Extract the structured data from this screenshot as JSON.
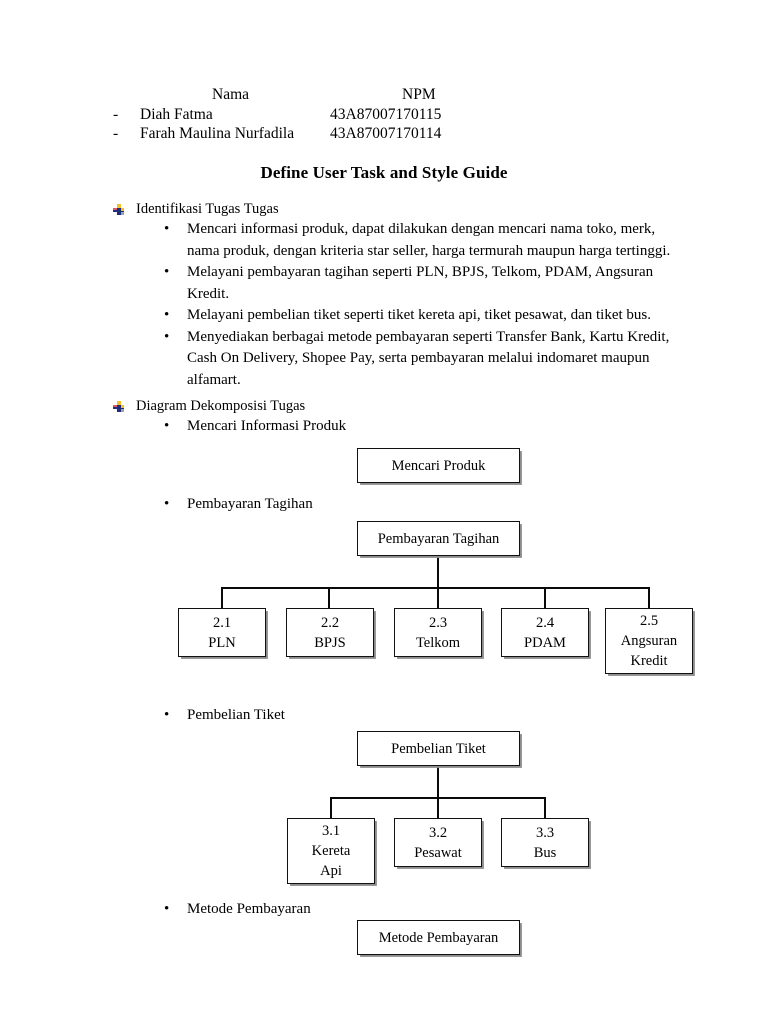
{
  "document": {
    "title": "Define User Task and Style Guide"
  },
  "authors": {
    "header": {
      "name_label": "Nama",
      "npm_label": "NPM"
    },
    "rows": [
      {
        "dash": "-",
        "name": "Diah Fatma",
        "npm": "43A87007170115"
      },
      {
        "dash": "-",
        "name": "Farah Maulina Nurfadila",
        "npm": "43A87007170114"
      }
    ]
  },
  "sections": [
    {
      "heading": "Identifikasi Tugas Tugas",
      "bullets": [
        "Mencari informasi produk, dapat dilakukan dengan mencari nama toko, merk, nama produk, dengan kriteria star seller, harga termurah maupun harga tertinggi.",
        "Melayani pembayaran tagihan seperti PLN, BPJS, Telkom, PDAM, Angsuran Kredit.",
        "Melayani pembelian tiket seperti tiket kereta api, tiket pesawat, dan tiket bus.",
        "Menyediakan berbagai metode pembayaran seperti Transfer Bank, Kartu Kredit, Cash On Delivery, Shopee Pay, serta pembayaran melalui indomaret maupun alfamart."
      ]
    },
    {
      "heading": "Diagram Dekomposisi Tugas",
      "bullets": [
        "Mencari Informasi Produk",
        "Pembayaran Tagihan",
        "Pembelian Tiket",
        "Metode Pembayaran"
      ]
    }
  ],
  "diagrams": [
    {
      "name": "mencari-produk",
      "root": {
        "label": "Mencari Produk"
      },
      "children": []
    },
    {
      "name": "pembayaran-tagihan",
      "root": {
        "label": "Pembayaran Tagihan"
      },
      "children": [
        {
          "number": "2.1",
          "label": "PLN"
        },
        {
          "number": "2.2",
          "label": "BPJS"
        },
        {
          "number": "2.3",
          "label": "Telkom"
        },
        {
          "number": "2.4",
          "label": "PDAM"
        },
        {
          "number": "2.5",
          "label": "Angsuran",
          "label2": "Kredit"
        }
      ]
    },
    {
      "name": "pembelian-tiket",
      "root": {
        "label": "Pembelian Tiket"
      },
      "children": [
        {
          "number": "3.1",
          "label": "Kereta",
          "label2": "Api"
        },
        {
          "number": "3.2",
          "label": "Pesawat"
        },
        {
          "number": "3.3",
          "label": "Bus"
        }
      ]
    },
    {
      "name": "metode-pembayaran",
      "root": {
        "label": "Metode Pembayaran"
      },
      "children": []
    }
  ],
  "colors": {
    "page_background": "#ffffff",
    "text": "#000000",
    "box_border": "#111111",
    "box_shadow": "#8d8d8d",
    "connector": "#0a0a0a",
    "bullet_yellow": "#f2c12c",
    "bullet_blue": "#1f2d7a",
    "bullet_red": "#e05a63",
    "bullet_grey": "#9aa0b5"
  }
}
